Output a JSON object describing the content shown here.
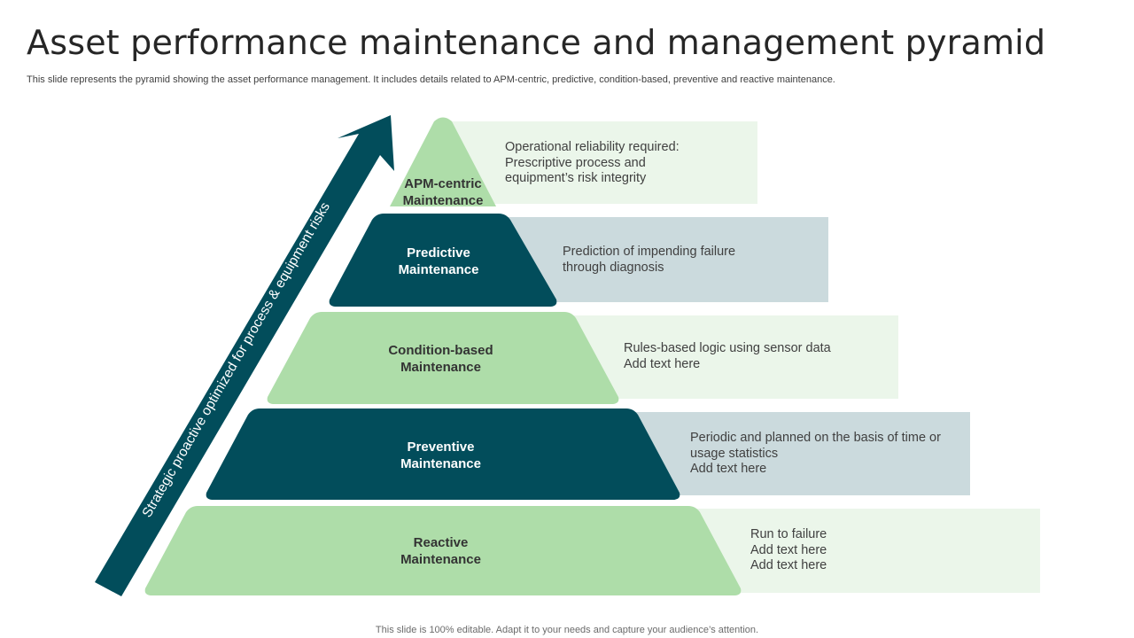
{
  "title": "Asset performance maintenance and management pyramid",
  "subtitle": "This slide represents the pyramid showing the asset performance management. It includes details related to APM-centric, predictive, condition-based, preventive and reactive maintenance.",
  "arrow_label": "Strategic proactive optimized for process & equipment risks",
  "colors": {
    "dark": "#024d5b",
    "light": "#aedda9",
    "light_box": "#ebf6ea",
    "dark_box": "#cbdadd"
  },
  "tiers": [
    {
      "label": [
        "APM-centric",
        "Maintenance"
      ],
      "description": [
        "Operational reliability required:",
        "Prescriptive process and",
        "equipment’s risk integrity"
      ]
    },
    {
      "label": [
        "Predictive",
        "Maintenance"
      ],
      "description": [
        "Prediction of impending failure",
        "through diagnosis"
      ]
    },
    {
      "label": [
        "Condition-based",
        "Maintenance"
      ],
      "description": [
        "Rules-based logic using sensor data",
        "Add text here"
      ]
    },
    {
      "label": [
        "Preventive",
        "Maintenance"
      ],
      "description": [
        "Periodic and planned on the basis of time or",
        "usage statistics",
        "Add text here"
      ]
    },
    {
      "label": [
        "Reactive",
        "Maintenance"
      ],
      "description": [
        "Run to failure",
        "Add text here",
        "Add text here"
      ]
    }
  ],
  "footer": "This slide is 100% editable. Adapt it to your needs and capture your audience’s attention."
}
